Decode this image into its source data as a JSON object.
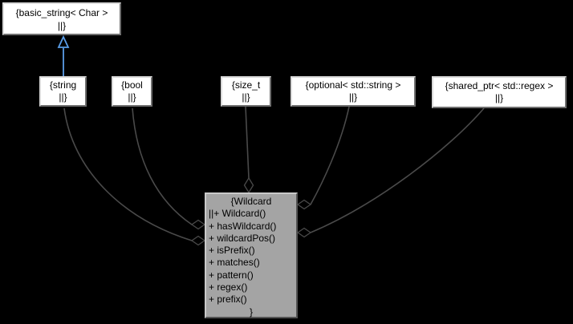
{
  "colors": {
    "background": "#000000",
    "edge": "#4a4a4a",
    "inheritance_arrow": "#5a9de8",
    "node_fill": "#ffffff",
    "main_node_fill": "#a4a4a4",
    "node_text": "#000000"
  },
  "nodes": {
    "basic_string": {
      "lines": [
        "{basic_string< Char >",
        "||}"
      ]
    },
    "string": {
      "lines": [
        "{string",
        "||}"
      ]
    },
    "bool": {
      "lines": [
        "{bool",
        "||}"
      ]
    },
    "size_t": {
      "lines": [
        "{size_t",
        "||}"
      ]
    },
    "optional": {
      "lines": [
        "{optional< std::string >",
        "||}"
      ]
    },
    "shared_ptr": {
      "lines": [
        "{shared_ptr< std::regex >",
        "||}"
      ]
    },
    "wildcard": {
      "title": "{Wildcard",
      "members": [
        "||+ Wildcard()",
        "+ hasWildcard()",
        "+ wildcardPos()",
        "+ isPrefix()",
        "+ matches()",
        "+ pattern()",
        "+ regex()",
        "+ prefix()"
      ],
      "closing": "}"
    }
  },
  "edges": [
    {
      "from": "string",
      "to": "basic_string",
      "relation": "inheritance"
    },
    {
      "from": "Wildcard",
      "to": "string",
      "relation": "aggregation"
    },
    {
      "from": "Wildcard",
      "to": "bool",
      "relation": "aggregation"
    },
    {
      "from": "Wildcard",
      "to": "size_t",
      "relation": "aggregation"
    },
    {
      "from": "Wildcard",
      "to": "optional< std::string >",
      "relation": "aggregation"
    },
    {
      "from": "Wildcard",
      "to": "shared_ptr< std::regex >",
      "relation": "aggregation"
    }
  ]
}
